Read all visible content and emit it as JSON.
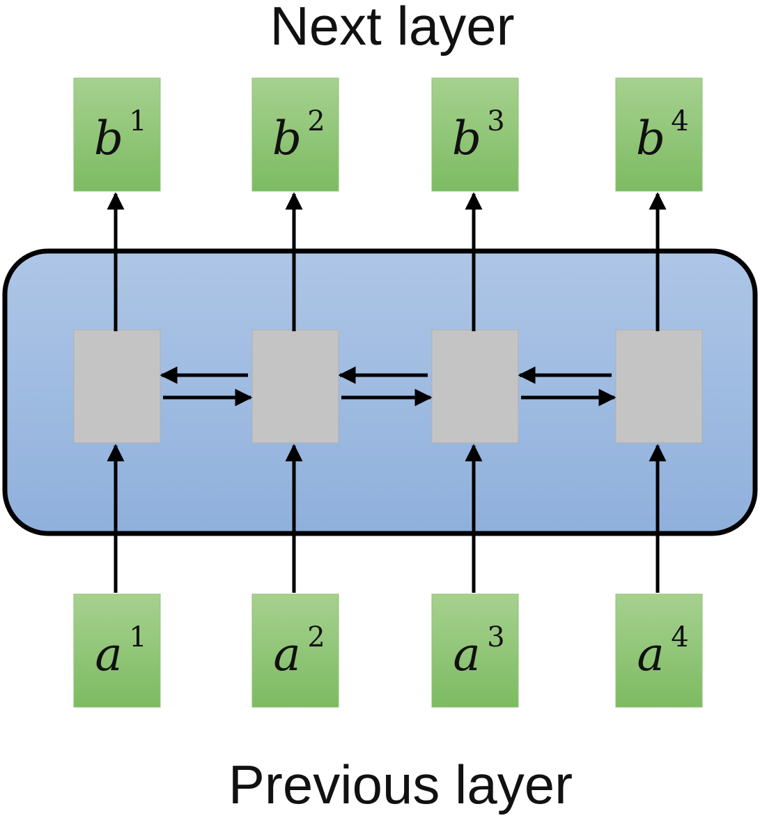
{
  "diagram": {
    "top_label": "Next layer",
    "bottom_label": "Previous layer",
    "outputs": [
      {
        "base": "b",
        "sup": "1"
      },
      {
        "base": "b",
        "sup": "2"
      },
      {
        "base": "b",
        "sup": "3"
      },
      {
        "base": "b",
        "sup": "4"
      }
    ],
    "inputs": [
      {
        "base": "a",
        "sup": "1"
      },
      {
        "base": "a",
        "sup": "2"
      },
      {
        "base": "a",
        "sup": "3"
      },
      {
        "base": "a",
        "sup": "4"
      }
    ],
    "colors": {
      "io_box_top": "#a6d18f",
      "io_box_bottom": "#7dbb62",
      "io_box_border": "#8cc273",
      "layer_fill_top": "#aec6e6",
      "layer_fill_bottom": "#8fb0dc",
      "layer_border": "#000000",
      "cell_fill": "#c4c4c4",
      "cell_border": "#b0b0b0",
      "arrow": "#000000"
    }
  }
}
